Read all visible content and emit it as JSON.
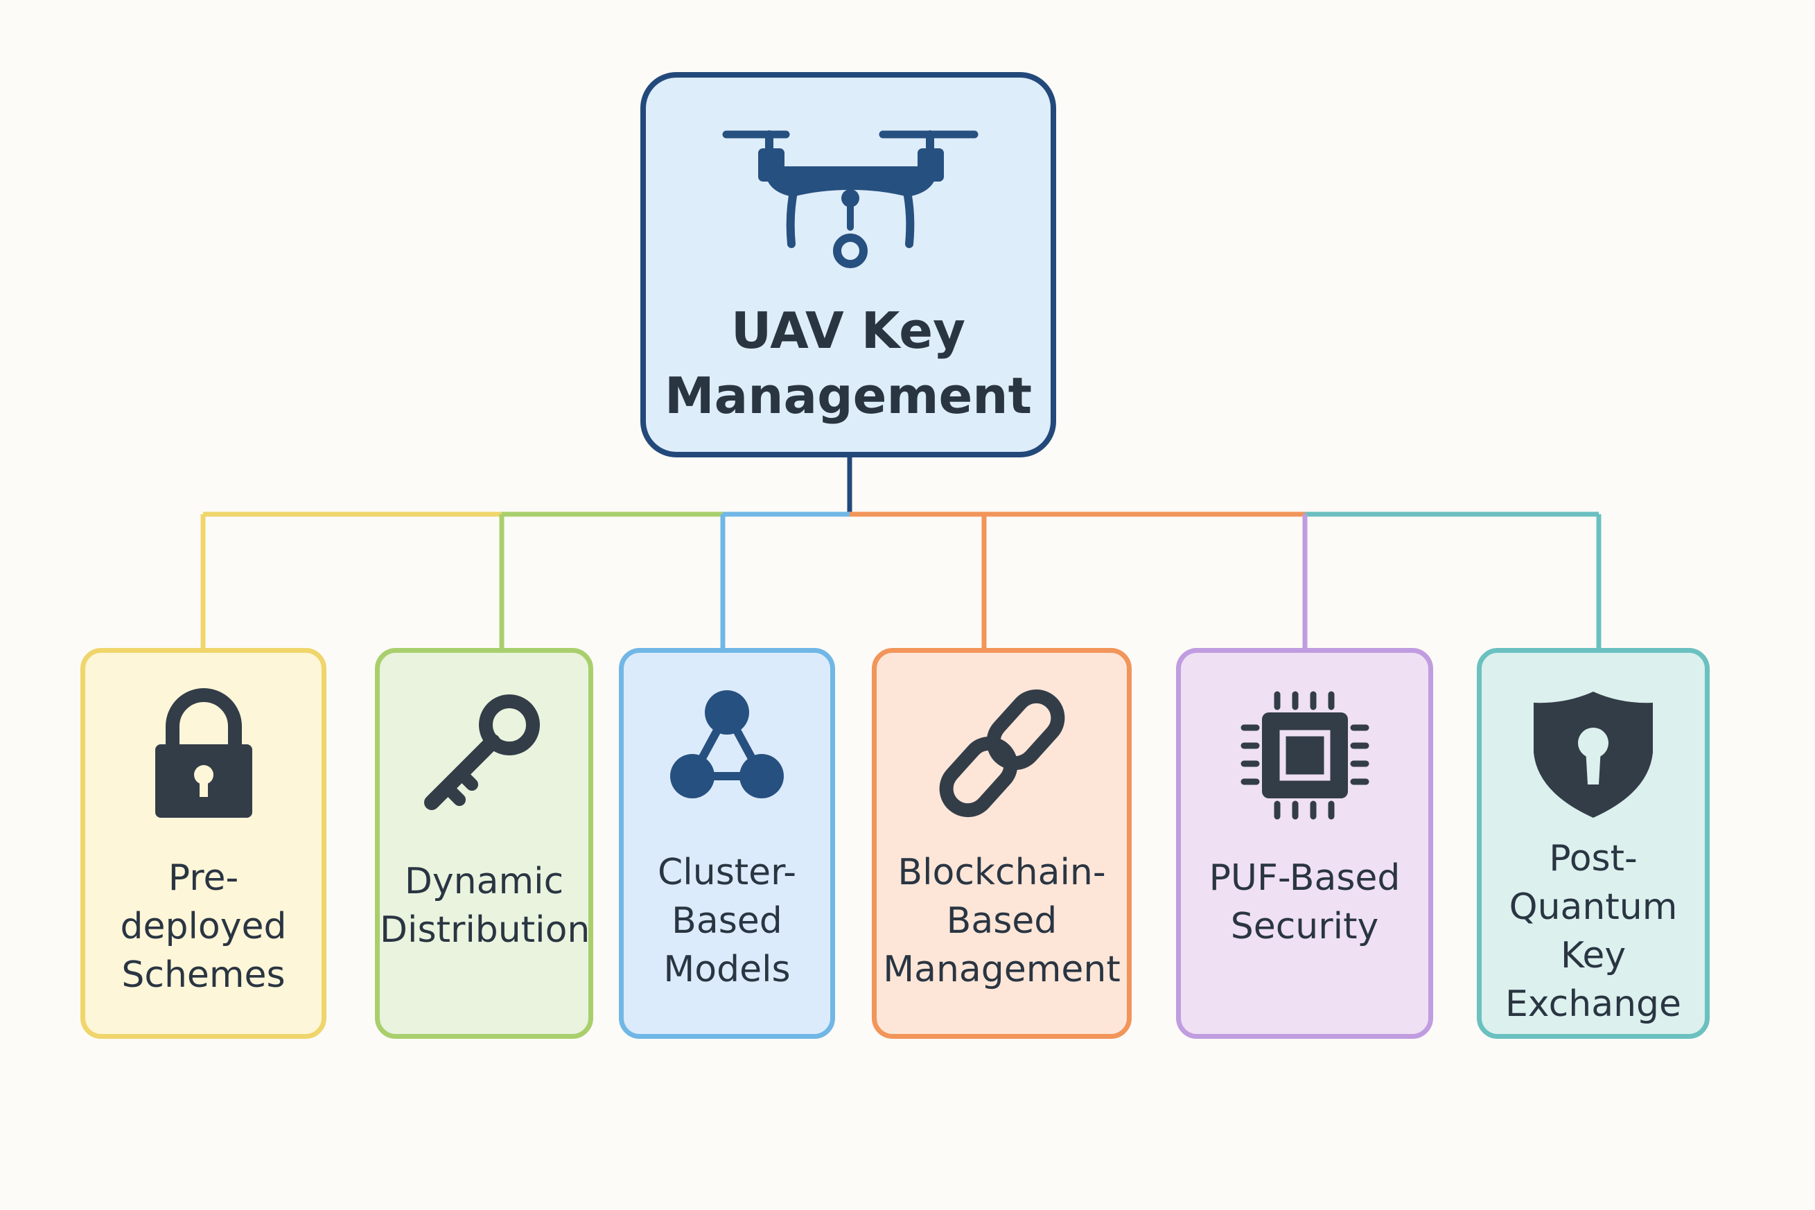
{
  "root": {
    "title_lines": [
      "UAV Key",
      "Management"
    ],
    "icon": "drone-key-icon",
    "colors": {
      "border": "#23497a",
      "fill": "#deedfa",
      "icon": "#26507f"
    }
  },
  "children": [
    {
      "lines": [
        "Pre-deployed",
        "Schemes"
      ],
      "icon": "padlock-icon",
      "border": "#efd56b",
      "fill": "#fdf6d8"
    },
    {
      "lines": [
        "Dynamic",
        "Distribution"
      ],
      "icon": "key-icon",
      "border": "#a9cf6d",
      "fill": "#e9f3de"
    },
    {
      "lines": [
        "Cluster-",
        "Based",
        "Models"
      ],
      "icon": "cluster-network-icon",
      "border": "#70b7e6",
      "fill": "#dcebfb"
    },
    {
      "lines": [
        "Blockchain-",
        "Based",
        "Management"
      ],
      "icon": "chain-link-icon",
      "border": "#f1955a",
      "fill": "#fde6d8"
    },
    {
      "lines": [
        "PUF-Based",
        "Security"
      ],
      "icon": "chip-icon",
      "border": "#c09ce0",
      "fill": "#efe0f3"
    },
    {
      "lines": [
        "Post-",
        "Quantum",
        "Key",
        "Exchange"
      ],
      "icon": "shield-keyhole-icon",
      "border": "#6bc0c0",
      "fill": "#dcf0ee"
    }
  ],
  "icon_color": "#333d48"
}
